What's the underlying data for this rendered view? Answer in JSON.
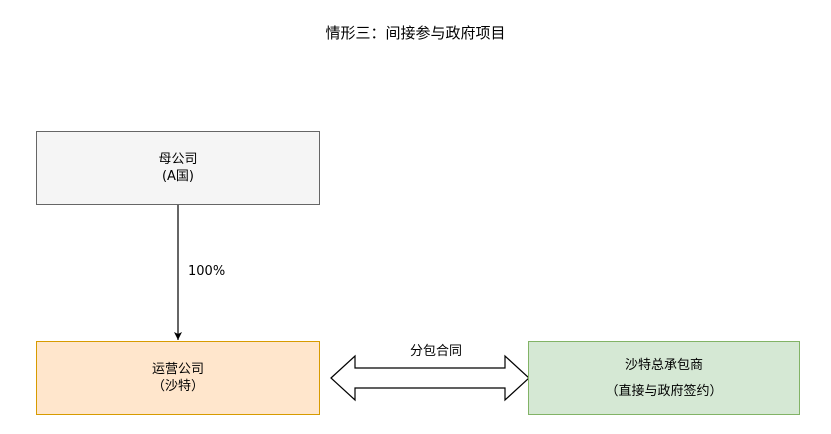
{
  "title": "情形三：间接参与政府项目",
  "nodes": {
    "parent": {
      "line1": "母公司",
      "line2": "(A国)",
      "fill": "#f5f5f5",
      "stroke": "#666666"
    },
    "operating": {
      "line1": "运营公司",
      "line2": "（沙特）",
      "fill": "#ffe6cc",
      "stroke": "#d79b00"
    },
    "contractor": {
      "line1": "沙特总承包商",
      "line2": "（直接与政府签约）",
      "fill": "#d5e8d4",
      "stroke": "#82b366"
    }
  },
  "edges": {
    "ownership": {
      "label": "100%"
    },
    "subcontract": {
      "label": "分包合同"
    }
  }
}
